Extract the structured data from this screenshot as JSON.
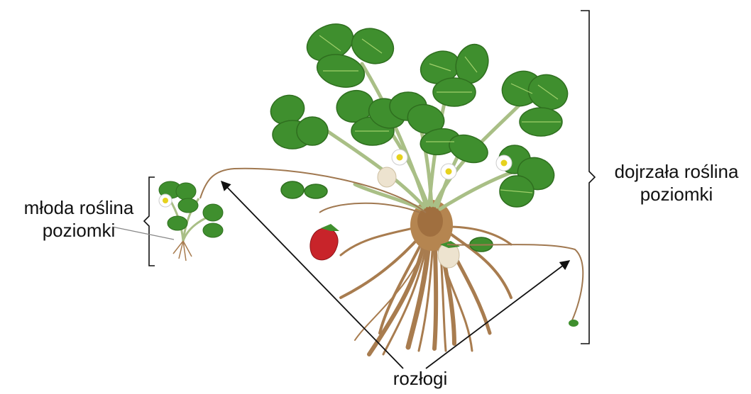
{
  "labels": {
    "young_plant": [
      "młoda roślina",
      "poziomki"
    ],
    "mature_plant": [
      "dojrzała roślina",
      "poziomki"
    ],
    "runners": "rozłogi"
  },
  "colors": {
    "leaf": "#3f8f2e",
    "leaf_dark": "#2f6f1f",
    "leaf_vein": "#9fcf6a",
    "stem": "#a9bf86",
    "runner": "#a07850",
    "root": "#a87c4f",
    "flower": "#ffffff",
    "flower_center": "#e6d21e",
    "berry_ripe": "#c8242a",
    "berry_unripe": "#ede3cf",
    "line": "#111111"
  }
}
